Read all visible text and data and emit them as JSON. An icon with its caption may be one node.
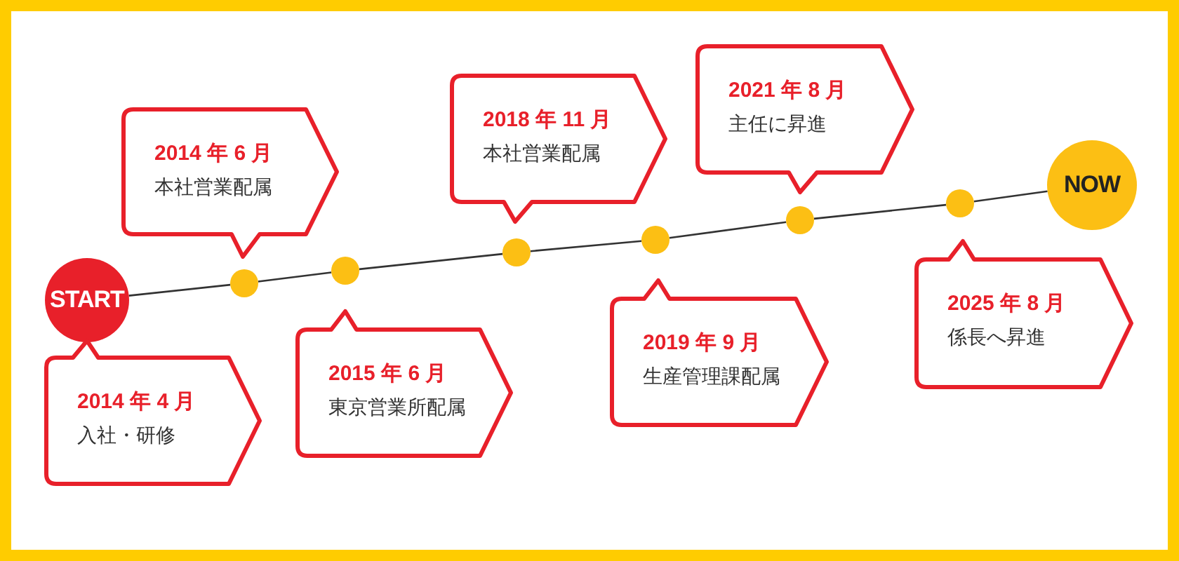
{
  "diagram": {
    "nodes": [
      {
        "text": [
          "START"
        ]
      },
      {
        "text": [],
        "shape": "circle"
      },
      {
        "text": [],
        "shape": "circle"
      },
      {
        "text": [],
        "shape": "circle"
      },
      {
        "text": [],
        "shape": "circle"
      },
      {
        "text": [],
        "shape": "circle"
      },
      {
        "text": [],
        "shape": "circle"
      },
      {
        "text": [
          "NOW"
        ]
      },
      {
        "text": [
          "2014 年 4 月",
          "入社・研修"
        ]
      },
      {
        "text": [
          "2014 年 6 月",
          "本社営業配属"
        ]
      },
      {
        "text": [
          "2015 年 6 月",
          "東京営業所配属"
        ]
      },
      {
        "text": [
          "2018 年 11 月",
          "本社営業配属"
        ]
      },
      {
        "text": [
          "2019 年 9 月",
          "生産管理課配属"
        ]
      },
      {
        "text": [
          "2021 年 8 月",
          "主任に昇進"
        ]
      },
      {
        "text": [
          "2025 年 8 月",
          "係長へ昇進"
        ]
      }
    ],
    "edges": [
      {
        "from": 0,
        "to": 1,
        "arrow": "none"
      },
      {
        "from": 1,
        "to": 2,
        "arrow": "none"
      },
      {
        "from": 2,
        "to": 3,
        "arrow": "none"
      },
      {
        "from": 3,
        "to": 4,
        "arrow": "none"
      },
      {
        "from": 4,
        "to": 5,
        "arrow": "none"
      },
      {
        "from": 5,
        "to": 6,
        "arrow": "none"
      },
      {
        "from": 6,
        "to": 7,
        "arrow": "none"
      }
    ]
  }
}
